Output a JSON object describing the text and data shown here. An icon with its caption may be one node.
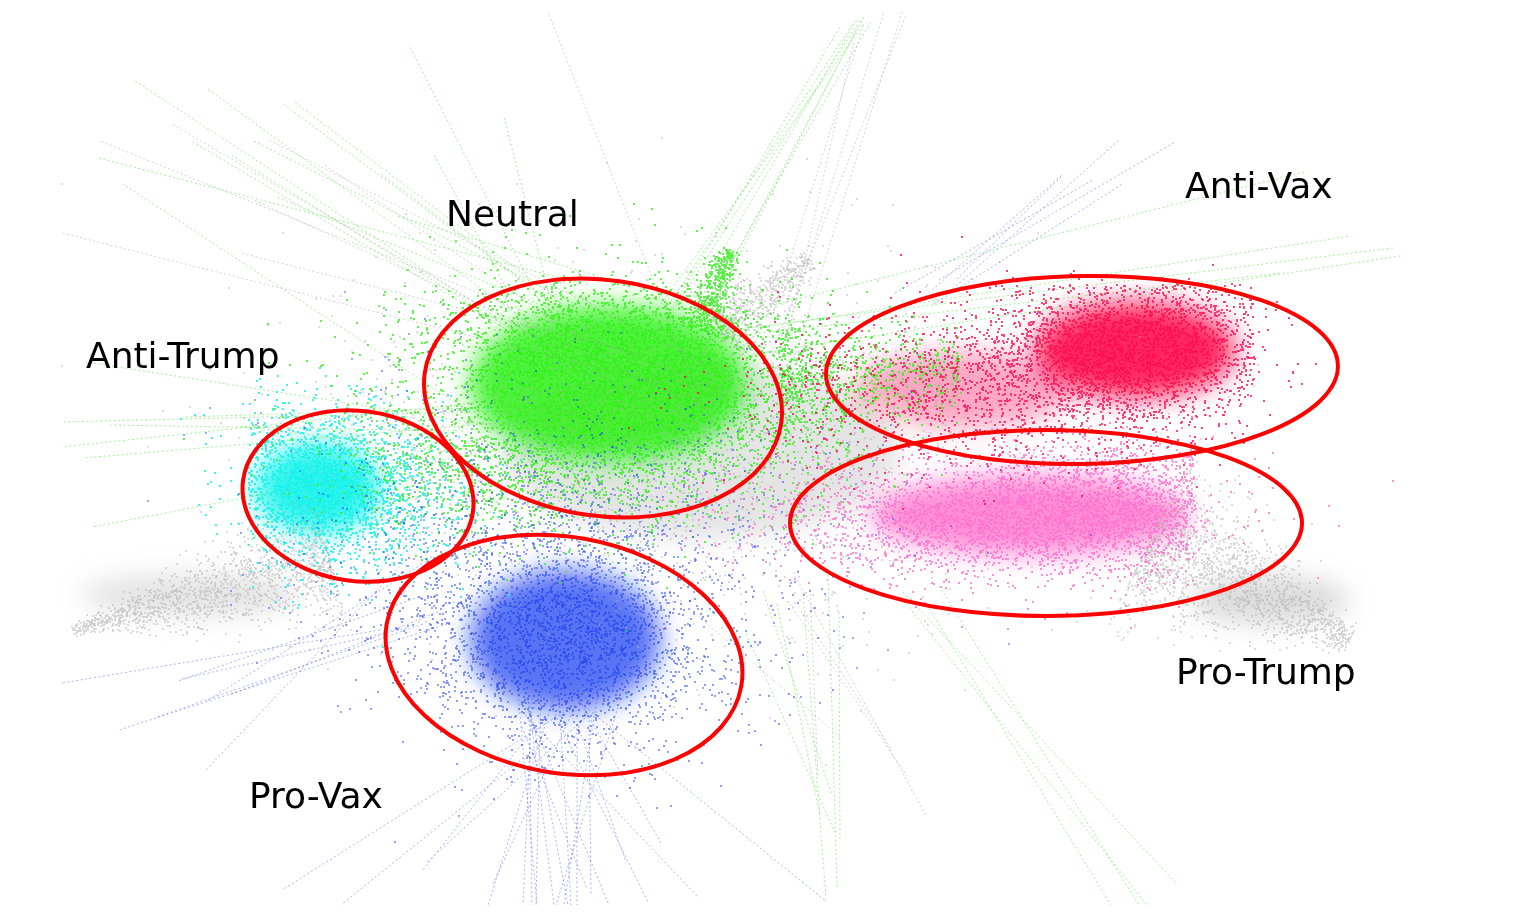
{
  "diagram": {
    "labels": [
      "Neutral",
      "Anti-Vax",
      "Anti-Trump",
      "Pro-Trump",
      "Pro-Vax"
    ]
  }
}
